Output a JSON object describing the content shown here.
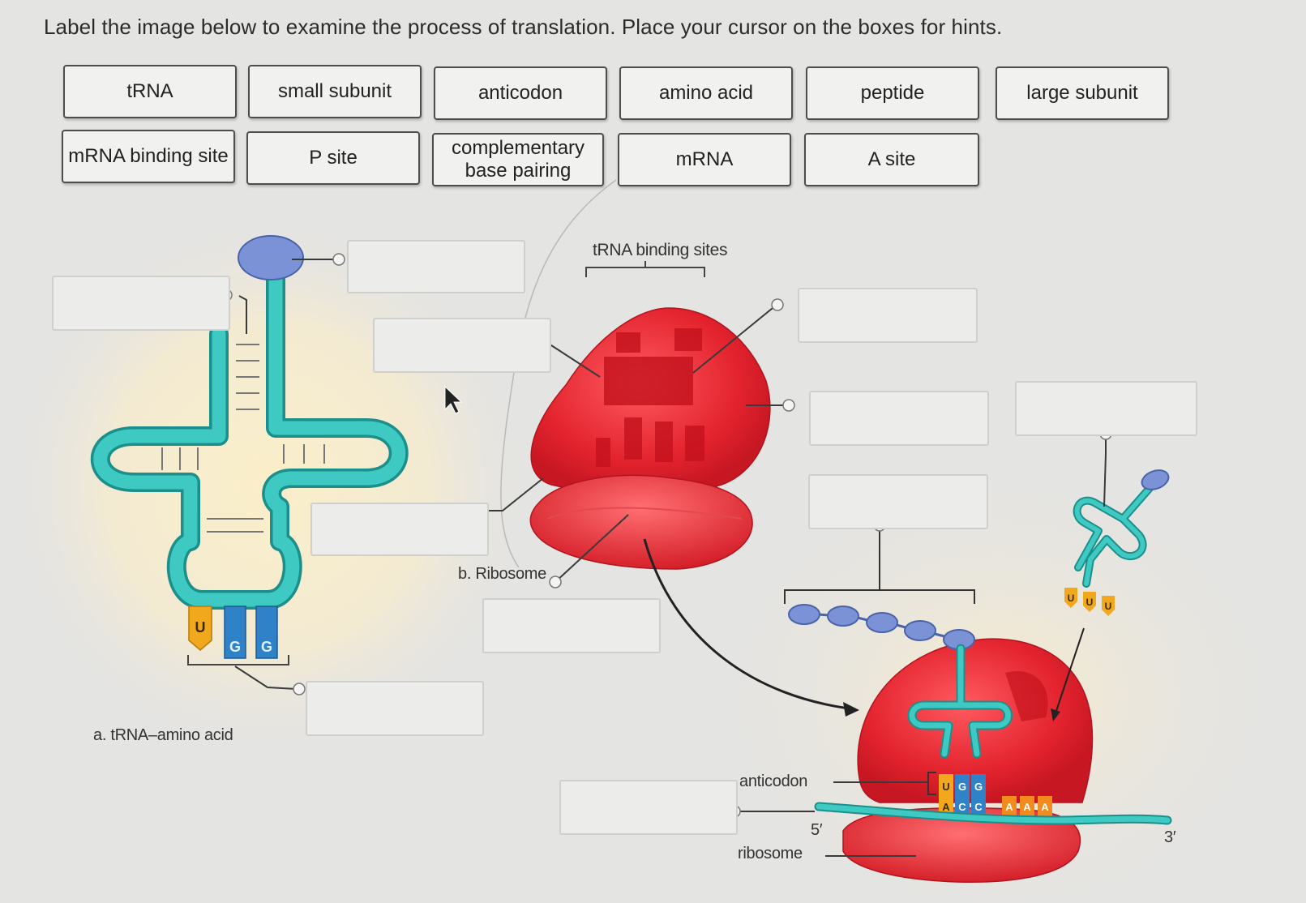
{
  "instruction": "Label the image below to examine the process of translation. Place your cursor on the boxes for hints.",
  "label_bank": [
    {
      "text": "tRNA"
    },
    {
      "text": "small subunit"
    },
    {
      "text": "anticodon"
    },
    {
      "text": "amino acid"
    },
    {
      "text": "peptide"
    },
    {
      "text": "large subunit"
    },
    {
      "text": "mRNA binding site"
    },
    {
      "text": "P site"
    },
    {
      "text": "complementary base pairing"
    },
    {
      "text": "mRNA"
    },
    {
      "text": "A site"
    }
  ],
  "figure_labels": {
    "trna_binding_sites": "tRNA binding sites",
    "panel_a": "a. tRNA–amino acid",
    "panel_b": "b. Ribosome",
    "anticodon": "anticodon",
    "ribosome": "ribosome",
    "five_prime": "5′",
    "three_prime": "3′"
  },
  "bases": {
    "trna_a": [
      "U",
      "G",
      "G"
    ],
    "small_trna": [
      "U",
      "U",
      "U"
    ],
    "panel_c_anticodon": [
      "U",
      "G",
      "G"
    ],
    "panel_c_codon": [
      "A",
      "C",
      "C",
      "A",
      "A",
      "A"
    ]
  },
  "colors": {
    "trna_teal": "#3cc3bd",
    "ribosome_red": "#e8323a",
    "amino_acid_blue": "#7b93d6",
    "base_orange": "#f2a81d",
    "base_blue": "#2f82c8"
  }
}
